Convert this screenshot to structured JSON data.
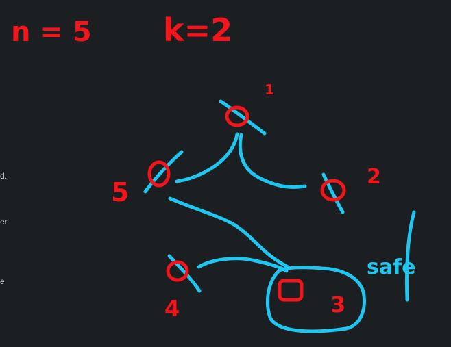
{
  "params": {
    "n_label": "n = 5",
    "k_label": "k=2"
  },
  "nodes": [
    {
      "id": "1",
      "label": "1"
    },
    {
      "id": "2",
      "label": "2"
    },
    {
      "id": "3",
      "label": "3"
    },
    {
      "id": "4",
      "label": "4"
    },
    {
      "id": "5",
      "label": "5"
    }
  ],
  "annotations": {
    "safe_label": "safe"
  },
  "left_edge_text": [
    "d.",
    "er",
    "e"
  ],
  "colors": {
    "background": "#1b1f21",
    "node_ink": "#f2151c",
    "edge_ink": "#1ec6f0",
    "side_text": "#c9ccce"
  }
}
